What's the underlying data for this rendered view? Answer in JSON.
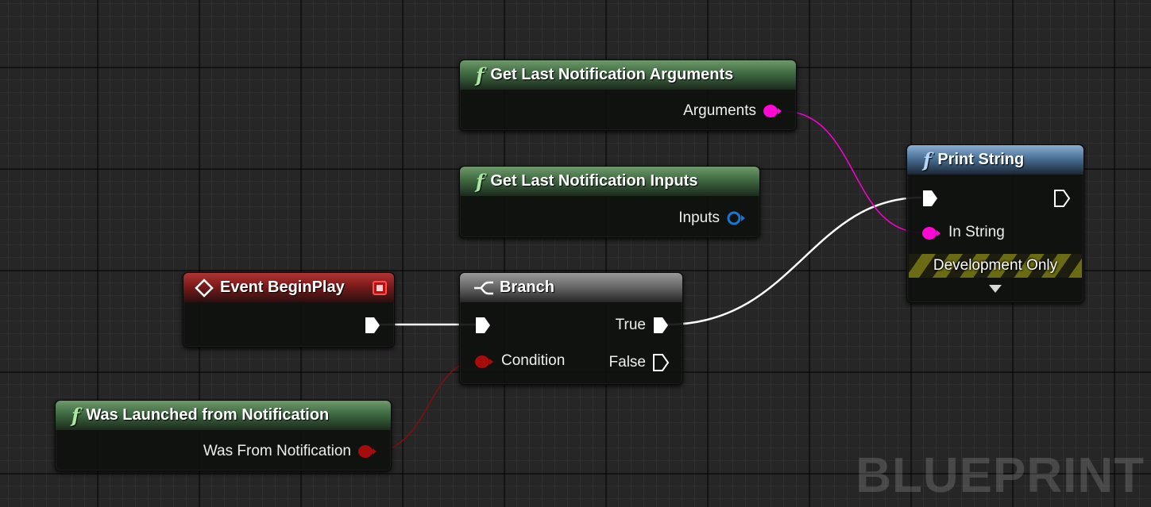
{
  "graph": {
    "watermark": "BLUEPRINT",
    "colors": {
      "exec_wire": "#ffffff",
      "string_wire": "#ff00d4",
      "bool_wire": "#8a0c0c",
      "string_pin": "#ff08d4",
      "bool_pin": "#a60c0c",
      "struct_pin": "#1976d2"
    }
  },
  "nodes": {
    "get_args": {
      "title": "Get Last Notification Arguments",
      "icon": "function-icon",
      "pins": {
        "arguments": "Arguments"
      }
    },
    "get_inputs": {
      "title": "Get Last Notification Inputs",
      "icon": "function-icon",
      "pins": {
        "inputs": "Inputs"
      }
    },
    "event_begin_play": {
      "title": "Event BeginPlay",
      "icon": "event-icon"
    },
    "branch": {
      "title": "Branch",
      "icon": "branch-icon",
      "pins": {
        "condition": "Condition",
        "true": "True",
        "false": "False"
      }
    },
    "was_launched": {
      "title": "Was Launched from Notification",
      "icon": "function-icon",
      "pins": {
        "was_from": "Was From Notification"
      }
    },
    "print_string": {
      "title": "Print String",
      "icon": "function-icon",
      "pins": {
        "in_string": "In String"
      },
      "dev_only": "Development Only"
    }
  }
}
